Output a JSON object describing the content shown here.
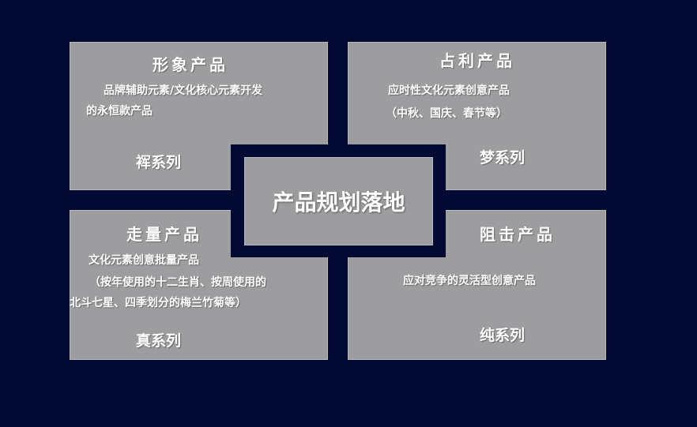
{
  "center": {
    "label": "产品规划落地"
  },
  "quadrants": {
    "top_left": {
      "title": "形象产品",
      "desc_line1": "品牌辅助元素/文化核心元素开发",
      "desc_line2": "的永恒款产品",
      "series": "裈系列"
    },
    "top_right": {
      "title": "占利产品",
      "desc_line1": "应时性文化元素创意产品",
      "desc_line2": "（中秋、国庆、春节等）",
      "series": "梦系列"
    },
    "bottom_left": {
      "title": "走量产品",
      "desc_line1": "文化元素创意批量产品",
      "desc_line2": "（按年使用的十二生肖、按周使用的",
      "desc_line3": "北斗七星、四季划分的梅兰竹菊等）",
      "series": "真系列"
    },
    "bottom_right": {
      "title": "阻击产品",
      "desc_line1": "应对竞争的灵活型创意产品",
      "series": "纯系列"
    }
  },
  "colors": {
    "background": "#020a33",
    "panel": "#9d9d9f",
    "text": "#ffffff"
  }
}
